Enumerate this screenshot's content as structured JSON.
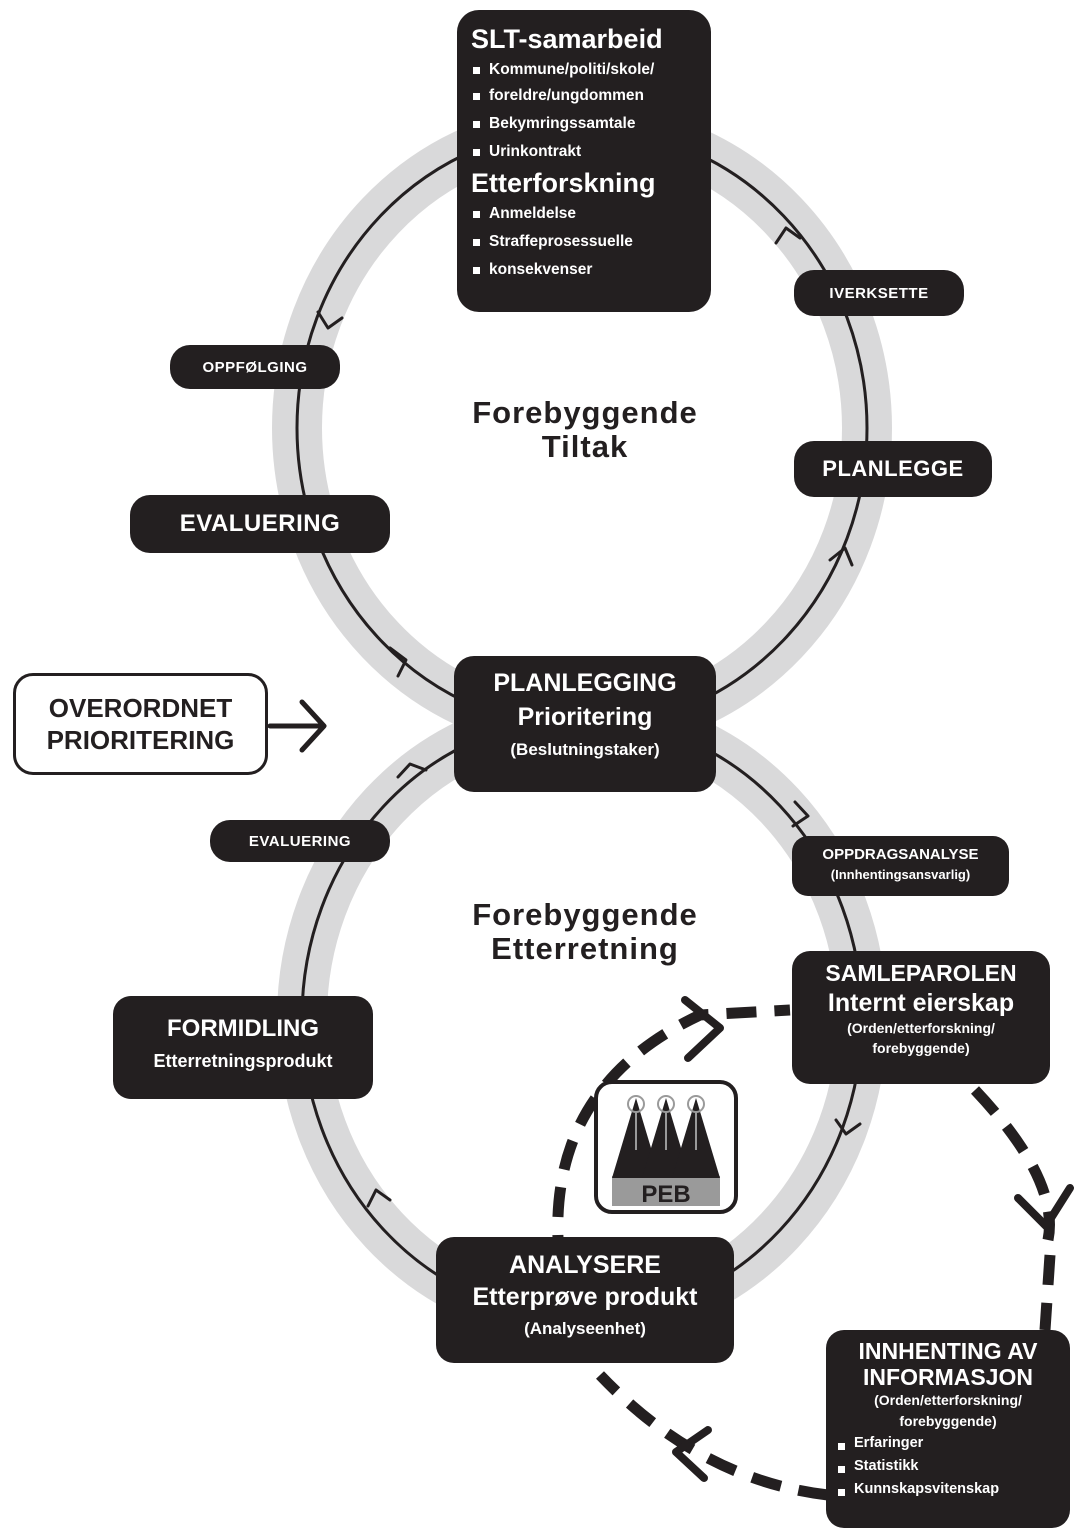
{
  "center_top": [
    "Forebyggende",
    "Tiltak"
  ],
  "center_bottom": [
    "Forebyggende",
    "Etterretning"
  ],
  "slt": {
    "title": "SLT-samarbeid",
    "items": [
      "Kommune/politi/skole/",
      "foreldre/ungdommen",
      "Bekymringssamtale",
      "Urinkontrakt"
    ],
    "title2": "Etterforskning",
    "items2": [
      "Anmeldelse",
      "Straffeprosessuelle",
      "konsekvenser"
    ]
  },
  "pills": {
    "iverksette": "IVERKSETTE",
    "oppfolging": "OPPFØLGING",
    "planlegge": "PLANLEGGE",
    "evaluering_top": "EVALUERING",
    "evaluering_bottom": "EVALUERING"
  },
  "planlegging": {
    "line1": "PLANLEGGING",
    "line2": "Prioritering",
    "line3": "(Beslutningstaker)"
  },
  "overordnet": {
    "line1": "OVERORDNET",
    "line2": "PRIORITERING"
  },
  "oppdrag": {
    "line1": "OPPDRAGSANALYSE",
    "line2": "(Innhentingsansvarlig)"
  },
  "samleparolen": {
    "line1": "SAMLEPAROLEN",
    "line2": "Internt eierskap",
    "line3": "(Orden/etterforskning/",
    "line4": "forebyggende)"
  },
  "formidling": {
    "line1": "FORMIDLING",
    "line2": "Etterretningsprodukt"
  },
  "analysere": {
    "line1": "ANALYSERE",
    "line2": "Etterprøve produkt",
    "line3": "(Analyseenhet)"
  },
  "innhenting": {
    "line1": "INNHENTING AV",
    "line2": "INFORMASJON",
    "line3": "(Orden/etterforskning/",
    "line4": "forebyggende)",
    "items": [
      "Erfaringer",
      "Statistikk",
      "Kunnskapsvitenskap"
    ]
  },
  "peb_logo": {
    "text": "PEB"
  }
}
